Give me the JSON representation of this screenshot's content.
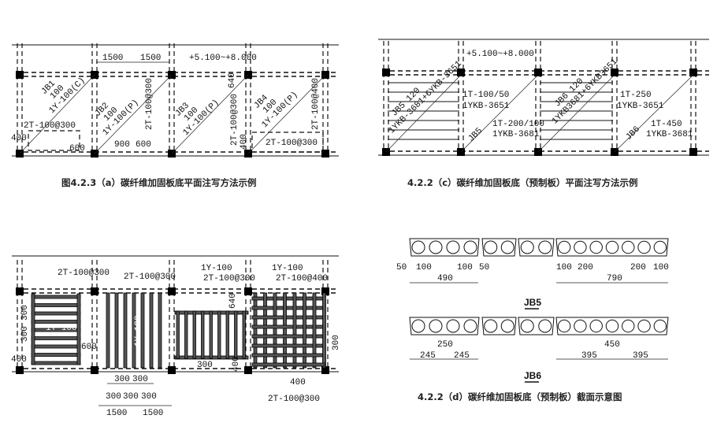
{
  "panel_a": {
    "caption": "图4.2.3（a）碳纤维加固板底平面注写方法示例",
    "dims": {
      "d1500a": "1500",
      "d1500b": "1500",
      "elev": "+5.100~+8.000",
      "d400": "400",
      "d600a": "600",
      "d900": "900",
      "d600b": "600",
      "d640": "640",
      "d400b": "400"
    },
    "jb1": {
      "name": "JB1",
      "thick": "100",
      "y": "1Y-100(C)",
      "t": "2T-100@300"
    },
    "jb2": {
      "name": "JB2",
      "thick": "100",
      "y": "1Y-100(P)",
      "t": "2T-100@300"
    },
    "jb3": {
      "name": "JB3",
      "thick": "100",
      "y": "1Y-100(P)",
      "t": "2T-100@300"
    },
    "jb4": {
      "name": "JB4",
      "thick": "100",
      "y": "1Y-100(P)",
      "t1": "2T-100@400",
      "t2": "2T-100@300"
    }
  },
  "panel_c": {
    "caption": "4.2.2（c）碳纤维加固板底（预制板）平面注写方法示例",
    "elev": "+5.100~+8.000",
    "jb5": {
      "head": "JB5  120",
      "plates": "1YKB-3681+6YKB-3651",
      "name": "JB5",
      "t1": "1T-100/50",
      "p1": "1YKB-3651",
      "t2": "1T-200/100",
      "p2": "1YKB-3681"
    },
    "jb6": {
      "head": "JB6  120",
      "plates": "1YKB3681+6YKB3651",
      "name": "JB6",
      "t1": "1T-250",
      "p1": "1YKB-3651",
      "t2": "1T-450",
      "p2": "1YKB-3681"
    }
  },
  "panel_b": {
    "labels": {
      "t1": "2T-100@300",
      "t2": "2T-100@300",
      "y3": "1Y-100",
      "t3": "2T-100@300",
      "y4": "1Y-100",
      "t4": "2T-100@400",
      "y1": "1Y-100",
      "y2": "1Y-100",
      "t5": "2T-100@300",
      "d640": "640",
      "d300a": "300",
      "d300b": "300",
      "d400a": "400",
      "d600": "600",
      "d300c": "300",
      "d400b": "400",
      "d300d": "300",
      "d400c": "400",
      "s1": "300",
      "s2": "300",
      "s3": "300",
      "s4": "300",
      "s5": "300",
      "w1": "1500",
      "w2": "1500"
    }
  },
  "panel_d": {
    "caption": "4.2.2（d）碳纤维加固板底（预制板）截面示意图",
    "jb5": {
      "title": "JB5",
      "d50a": "50",
      "d100a": "100",
      "d100b": "100",
      "d50b": "50",
      "d490": "490",
      "d100c": "100",
      "d200a": "200",
      "d200b": "200",
      "d100d": "100",
      "d790": "790"
    },
    "jb6": {
      "title": "JB6",
      "d250": "250",
      "d245a": "245",
      "d245b": "245",
      "d450": "450",
      "d395a": "395",
      "d395b": "395"
    }
  }
}
